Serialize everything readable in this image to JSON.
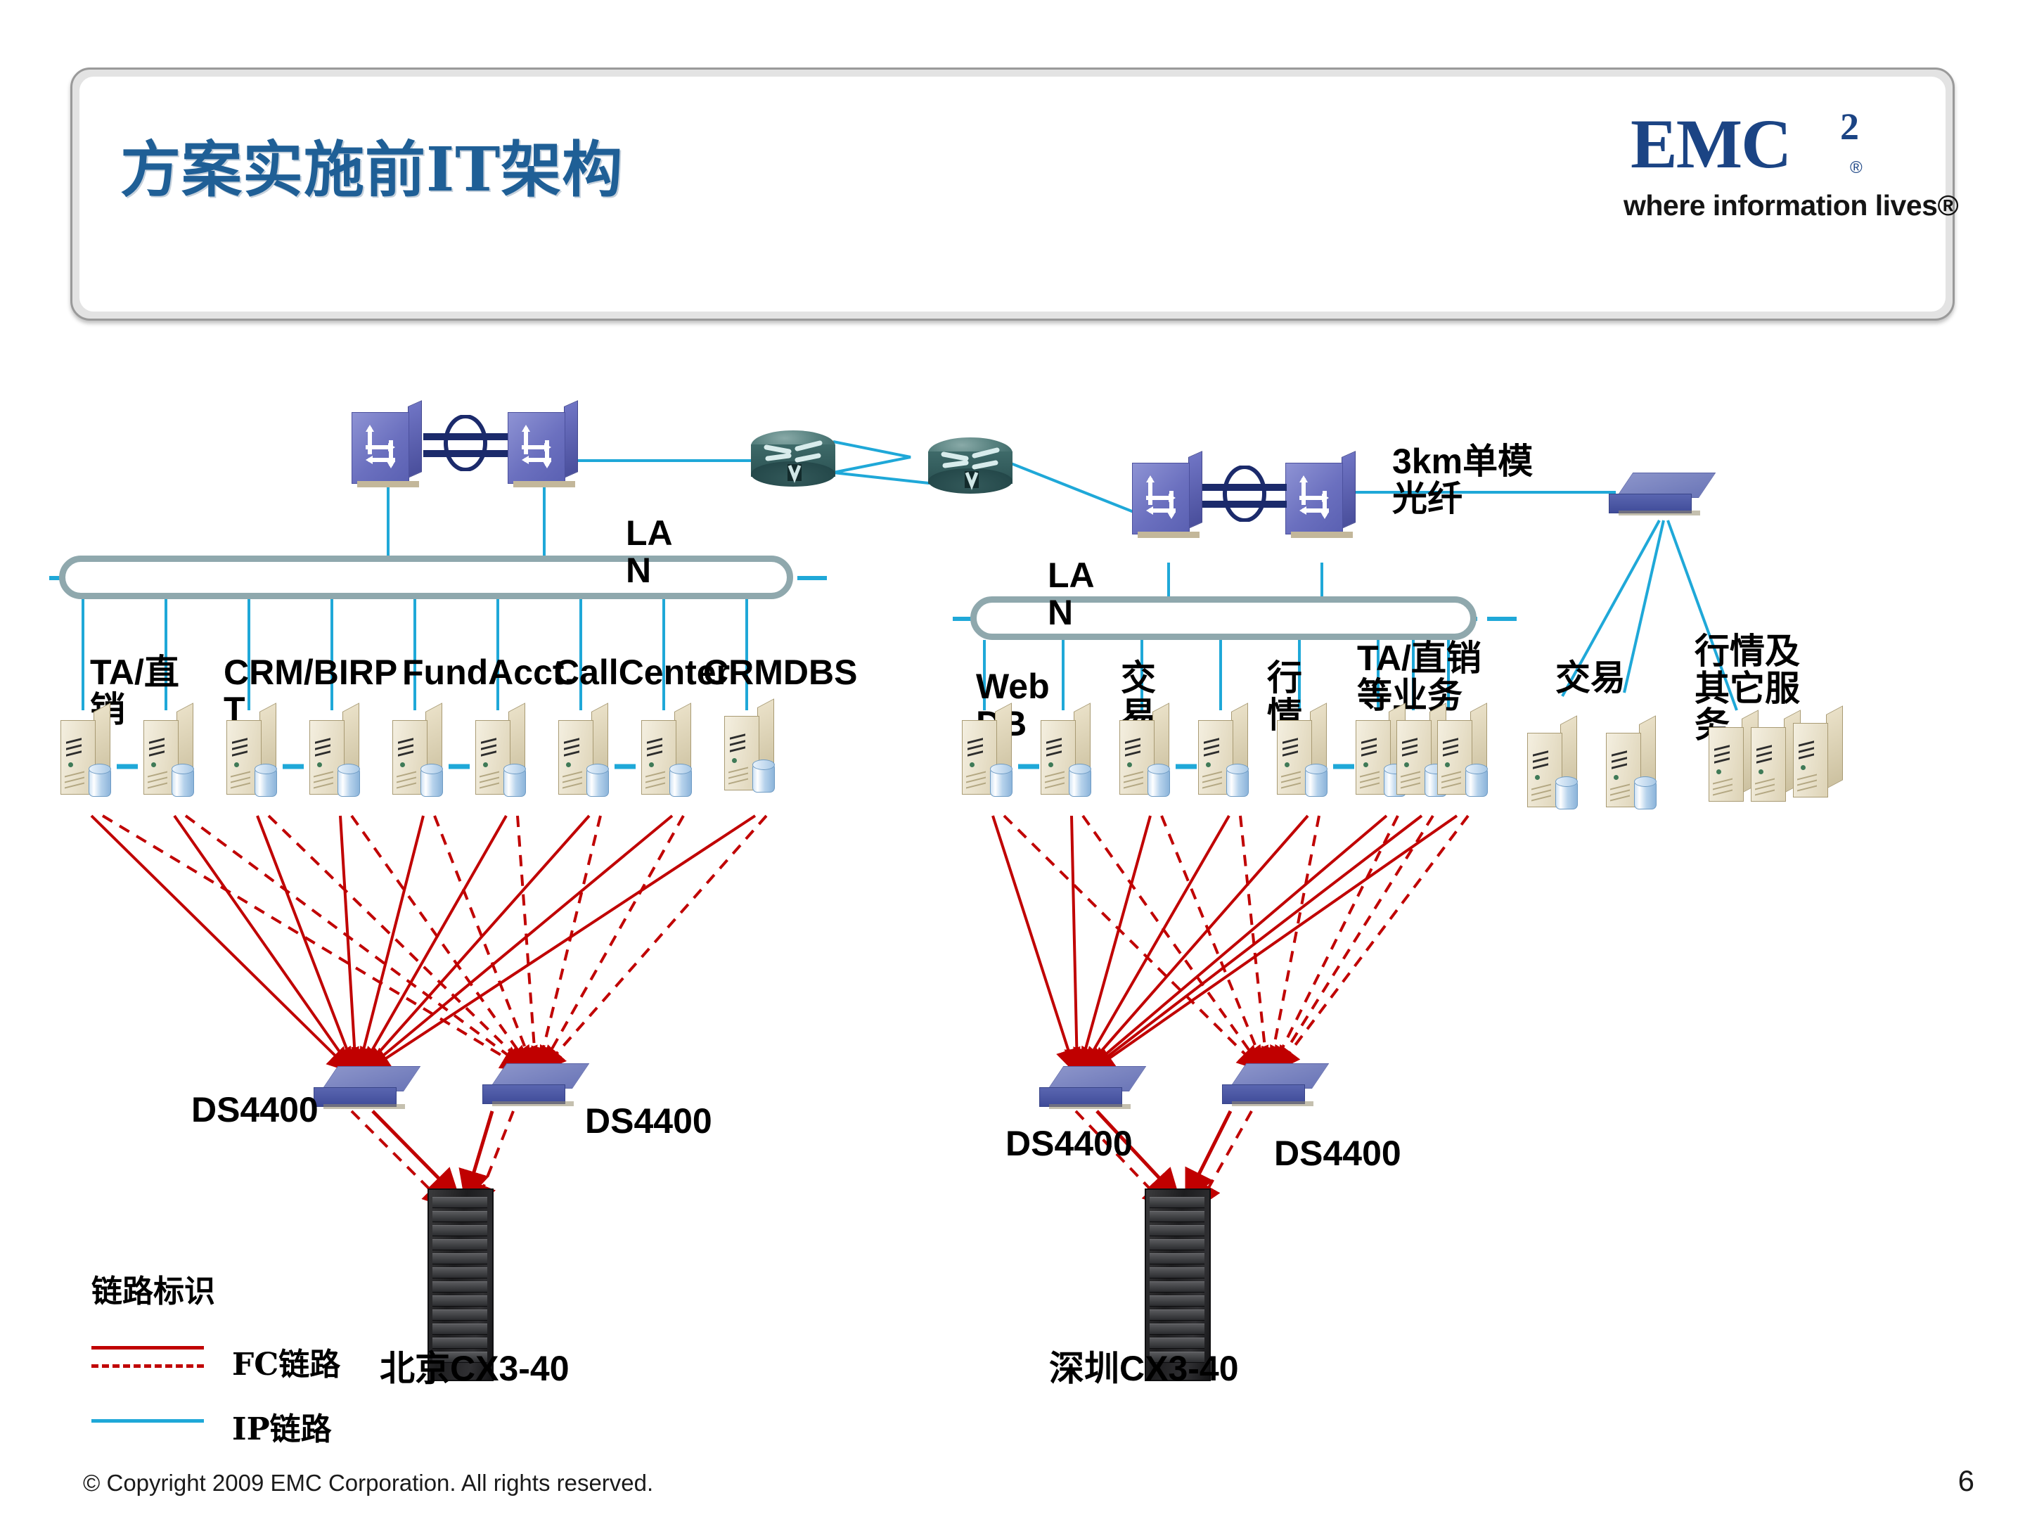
{
  "slide": {
    "title": "方案实施前IT架构",
    "page_number": "6",
    "copyright": "© Copyright 2009 EMC Corporation. All rights reserved."
  },
  "brand": {
    "name": "EMC",
    "superscript": "2",
    "registered": "®",
    "tagline": "where information lives®",
    "color": "#1b4484"
  },
  "colors": {
    "fc_link": "#c00000",
    "ip_link": "#1fa8d8",
    "lan_bus": "#8fa8ad",
    "switch": "#6b70bf",
    "router": "#2f5b5c",
    "san_switch": "#5a66b0",
    "title": "#1f5f96"
  },
  "legend": {
    "heading": "链路标识",
    "items": [
      {
        "label": "FC链路",
        "style": "solid-and-dashed",
        "color": "#c00000"
      },
      {
        "label": "IP链路",
        "style": "solid",
        "color": "#1fa8d8"
      }
    ]
  },
  "network": {
    "lan_label_left": "LA\nN",
    "lan_label_right": "LA\nN",
    "fiber_label": "3km单模\n光纤",
    "routers": [
      {
        "name": "router-1"
      },
      {
        "name": "router-2"
      }
    ],
    "core_switch_pairs": [
      {
        "name": "beijing-core-switch-pair",
        "count": 2
      },
      {
        "name": "shenzhen-core-switch-pair",
        "count": 2
      }
    ],
    "edge_switch": {
      "name": "remote-edge-switch"
    }
  },
  "beijing": {
    "server_labels": [
      "TA/直\n销",
      "CRM/BIRP\nT",
      "FundAcct.",
      "CallCenter",
      "CRMDBS"
    ],
    "server_count": 9,
    "san_switches": [
      {
        "label": "DS4400"
      },
      {
        "label": "DS4400"
      }
    ],
    "storage": {
      "label": "北京CX3-40"
    }
  },
  "shenzhen": {
    "server_labels": [
      "Web\nDB",
      "交\n易",
      "行\n情",
      "TA/直销\n等业务"
    ],
    "server_count": 8,
    "san_switches": [
      {
        "label": "DS4400"
      },
      {
        "label": "DS4400"
      }
    ],
    "storage": {
      "label": "深圳CX3-40"
    }
  },
  "remote_site": {
    "groups": [
      {
        "label": "交易",
        "server_count": 2,
        "has_db": true
      },
      {
        "label": "行情及\n其它服\n务",
        "server_count": 3,
        "has_db": false
      }
    ]
  }
}
